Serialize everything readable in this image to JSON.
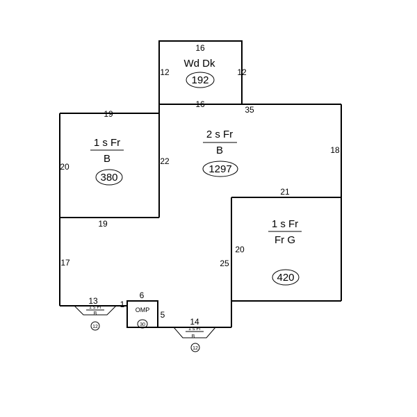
{
  "rooms": {
    "wood_deck": {
      "label": "Wd Dk",
      "area": "192"
    },
    "left_room": {
      "label_top": "1 s Fr",
      "label_bottom": "B",
      "area": "380"
    },
    "main_house": {
      "label_top": "2 s Fr",
      "label_bottom": "B",
      "area": "1297"
    },
    "garage": {
      "label_top": "1 s Fr",
      "label_bottom": "Fr G",
      "area": "420"
    },
    "porch": {
      "label": "OMP",
      "area": "30"
    },
    "stoop_left": {
      "label_top": "1 s Fr",
      "label_bottom": "B",
      "area": "12"
    },
    "stoop_right": {
      "label_top": "1 s Fr",
      "label_bottom": "B",
      "area": "12"
    }
  },
  "dimensions": {
    "deck_top": "16",
    "deck_left": "12",
    "deck_right": "12",
    "deck_bottom": "16",
    "main_top": "35",
    "left_top": "19",
    "left_side": "20",
    "left_inner": "22",
    "left_bottom": "19",
    "right_side": "18",
    "garage_top": "21",
    "garage_left_outer": "25",
    "garage_left_inner": "20",
    "lower_left": "17",
    "stoop_left_width": "13",
    "porch_left": "1",
    "porch_top": "6",
    "porch_right": "5",
    "stoop_right_width": "14"
  }
}
